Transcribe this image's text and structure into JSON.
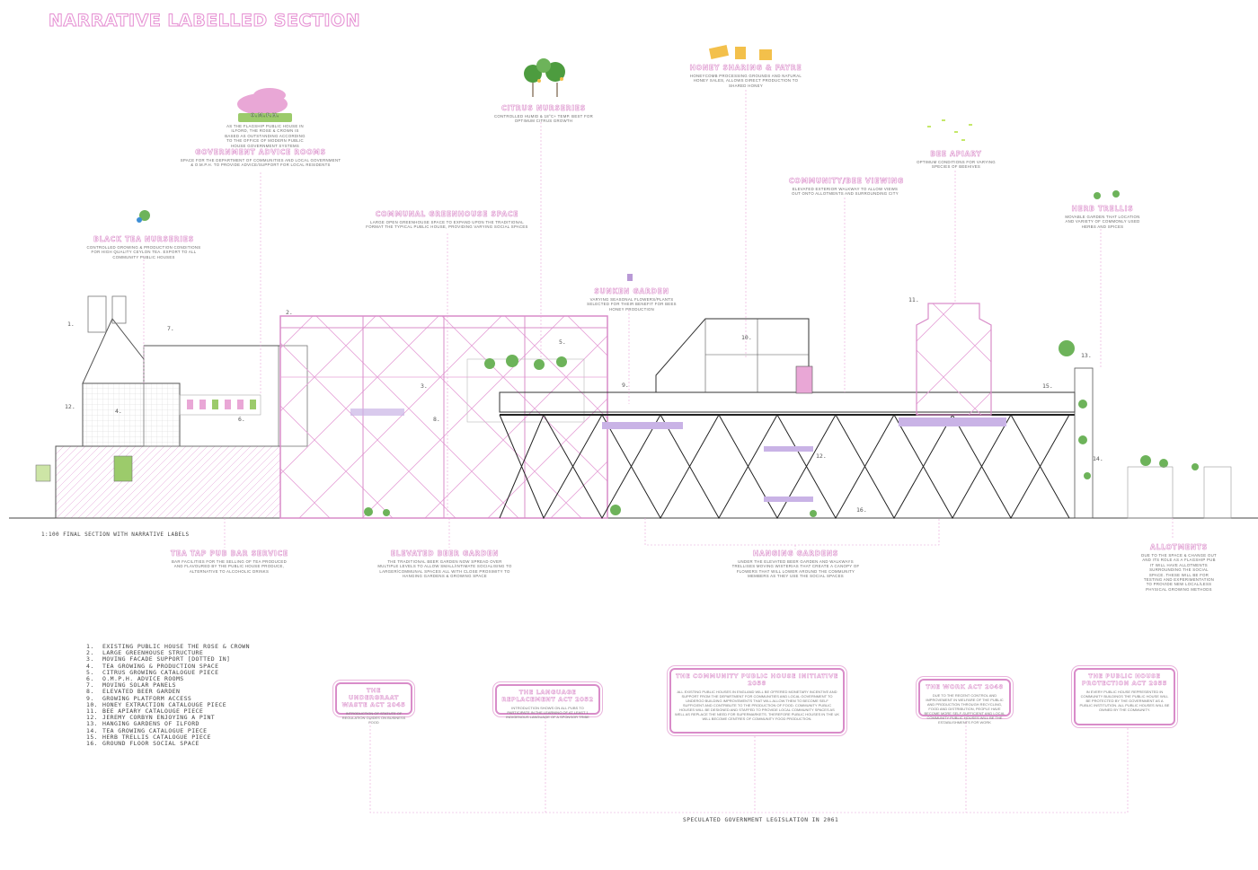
{
  "page": {
    "title": "NARRATIVE LABELLED SECTION",
    "scale_caption": "1:100 FINAL SECTION WITH NARRATIVE LABELS",
    "legislation_caption": "SPECULATED GOVERNMENT LEGISLATION IN 2061"
  },
  "colors": {
    "accent_pink": "#d98cc9",
    "line_pink": "#e6a3d8",
    "structure_black": "#222222",
    "plant_green": "#5fa84a",
    "wisteria_purple": "#b999d6",
    "honey_yellow": "#f3c04b"
  },
  "labels": {
    "black_tea": {
      "title": "BLACK TEA NURSERIES",
      "desc": "CONTROLLED GROWING & PRODUCTION CONDITIONS FOR HIGH QUALITY CEYLON TEA. EXPORT TO ALL COMMUNITY PUBLIC HOUSES"
    },
    "gov_advice": {
      "title": "GOVERNMENT ADVICE ROOMS",
      "desc": "SPACE FOR THE DEPARTMENT OF COMMUNITIES AND LOCAL GOVERNMENT & O.M.P.H. TO PROVIDE ADVICE/SUPPORT FOR LOCAL RESIDENTS"
    },
    "omph": {
      "badge": "O.M.P.H.",
      "desc": "AS THE FLAGSHIP PUBLIC HOUSE IN ILFORD, THE ROSE & CROWN IS BASED AS OUTSTANDING ACCORDING TO THE OFFICE OF MODERN PUBLIC HOUSE GOVERNMENT SYSTEMS"
    },
    "communal_greenhouse": {
      "title": "COMMUNAL GREENHOUSE SPACE",
      "desc": "LARGE OPEN GREENHOUSE SPACE TO EXPAND UPON THE TRADITIONAL FORMAT THE TYPICAL PUBLIC HOUSE, PROVIDING VARYING SOCIAL SPACES"
    },
    "citrus": {
      "title": "CITRUS NURSERIES",
      "desc": "CONTROLLED HUMID & 18°C+ TEMP. BEST FOR OPTIMUM CITRUS GROWTH"
    },
    "honey": {
      "title": "HONEY SHARING & FAYRE",
      "desc": "HONEYCOMB PROCESSING GROUNDS AND NATURAL HONEY SALES, ALLOWS DIRECT PRODUCTION TO SHARED HONEY"
    },
    "sunken_garden": {
      "title": "SUNKEN GARDEN",
      "desc": "VARYING SEASONAL FLOWERS/PLANTS SELECTED FOR THEIR BENEFIT FOR BEES HONEY PRODUCTION"
    },
    "community_viewing": {
      "title": "COMMUNITY/BEE VIEWING",
      "desc": "ELEVATED EXTERIOR WALKWAY TO ALLOW VIEWS OUT ONTO ALLOTMENTS AND SURROUNDING CITY"
    },
    "bee_apiary": {
      "title": "BEE APIARY",
      "desc": "OPTIMUM CONDITIONS FOR VARYING SPECIES OF BEEHIVES"
    },
    "herb_trellis": {
      "title": "HERB TRELLIS",
      "desc": "MOVABLE GARDEN THAT LOCATION AND VARIETY OF COMMONLY USED HERBS AND SPICES"
    },
    "tea_tap": {
      "title": "TEA TAP PUB BAR SERVICE",
      "desc": "BAR FACILITIES FOR THE SELLING OF TEA PRODUCED AND FLAVOURED BY THE PUBLIC HOUSE PRODUCE, ALTERNATIVE TO ALCOHOLIC DRINKS"
    },
    "elevated_beer": {
      "title": "ELEVATED BEER GARDEN",
      "desc": "THE TRADITIONAL BEER GARDEN NOW SPREAD OVER MULTIPLE LEVELS TO ALLOW SMALL/INTIMATE SOCIALISING TO LARGER/COMMUNAL SPACES ALL WITH CLOSE PROXIMITY TO HANGING GARDENS & GROWING SPACE"
    },
    "hanging_gardens": {
      "title": "HANGING GARDENS",
      "desc": "UNDER THE ELEVATED BEER GARDEN AND WALKWAYS TRELLISES MOVING WISTERIAS THAT CREATE A CANOPY OF FLOWERS THAT WILL LOWER AROUND THE COMMUNITY MEMBERS AS THEY USE THE SOCIAL SPACES"
    },
    "allotments": {
      "title": "ALLOTMENTS",
      "desc": "DUE TO THE SPACE & CHANGE OUT AND ITS ROLE AS A FLAGSHIP PUB IT WILL HAVE ALLOTMENTS SURROUNDING THE SOCIAL SPACE. THESE WILL BE FOR TESTING AND EXPERIMENTATION TO PROVIDE NEW LOCAL/LESS PHYSICAL GROWING METHODS"
    }
  },
  "markers": {
    "m1": "1.",
    "m2": "2.",
    "m3": "3.",
    "m4": "4.",
    "m5": "5.",
    "m6": "6.",
    "m7": "7.",
    "m8": "8.",
    "m9": "9.",
    "m10": "10.",
    "m11": "11.",
    "m12": "12.",
    "m12b": "12.",
    "m13": "13.",
    "m14": "14.",
    "m15": "15.",
    "m16": "16."
  },
  "legend": [
    {
      "n": "1.",
      "text": "EXISTING PUBLIC HOUSE THE ROSE & CROWN"
    },
    {
      "n": "2.",
      "text": "LARGE GREENHOUSE STRUCTURE"
    },
    {
      "n": "3.",
      "text": "MOVING FACADE SUPPORT [DOTTED IN]"
    },
    {
      "n": "4.",
      "text": "TEA GROWING & PRODUCTION SPACE"
    },
    {
      "n": "5.",
      "text": "CITRUS GROWING CATALOGUE PIECE"
    },
    {
      "n": "6.",
      "text": "O.M.P.H. ADVICE ROOMS"
    },
    {
      "n": "7.",
      "text": "MOVING SOLAR PANELS"
    },
    {
      "n": "8.",
      "text": "ELEVATED BEER GARDEN"
    },
    {
      "n": "9.",
      "text": "GROWING PLATFORM ACCESS"
    },
    {
      "n": "10.",
      "text": "HONEY EXTRACTION CATALOUGE PIECE"
    },
    {
      "n": "11.",
      "text": "BEE APIARY CATALOUGE PIECE"
    },
    {
      "n": "12.",
      "text": "JEREMY CORBYN ENJOYING A PINT"
    },
    {
      "n": "13.",
      "text": "HANGING GARDENS OF ILFORD"
    },
    {
      "n": "14.",
      "text": "TEA GROWING CATALOGUE PIECE"
    },
    {
      "n": "15.",
      "text": "HERB TRELLIS CATALOGUE PIECE"
    },
    {
      "n": "16.",
      "text": "GROUND FLOOR SOCIAL SPACE"
    }
  ],
  "acts": [
    {
      "title": "THE UNDERGRAAT WASTE ACT 2045",
      "desc": "INTRODUCTION OF STATUTE OF REGULATION GUIDES ON BUSINESS FOOD"
    },
    {
      "title": "THE LANGUAGE REPLACEMENT ACT 2052",
      "desc": "INTRODUCTION SHOWS ON ALL PUBS TO PARTICIPATE IN THE LEARNING OF AT LEAST 1 INDIGENOUS LANGUAGE OF A SPONSOR TRIBE"
    },
    {
      "title": "THE COMMUNITY PUBLIC HOUSE INITIATIVE 2058",
      "desc": "ALL EXISTING PUBLIC HOUSES IN ENGLAND WILL BE OFFERED MONETARY INCENTIVE AND SUPPORT FROM THE DEPARTMENT FOR COMMUNITIES AND LOCAL GOVERNMENT TO UNDERGO BUILDING IMPROVEMENTS THAT WILL ALLOW THEM TO BECOME SELF SUFFICIENT AND CONTRIBUTE TO THE PRODUCTION OF FOOD. COMMUNITY PUBLIC HOUSES WILL BE DESIGNED AND STAFFED TO PROVIDE LOCAL COMMUNITY SPACES AS WELL AS REPLACE THE NEED FOR SUPERMARKETS. THEREFORE PUBLIC HOUSES IN THE UK WILL BECOME CENTRES OF COMMUNITY FOOD PRODUCTION."
    },
    {
      "title": "THE WORK ACT 2048",
      "desc": "DUE TO THE RECENT CONTROL AND IMPROVEMENT IN WELFARE OF THE PUBLIC AND PRODUCTION THROUGH RECYCLING, FOOD AND DISTRIBUTION, PEOPLE HAVE BECOME MORE SELF-SUFFICIENT AND LOCAL COMMUNITY PUBLIC HOUSES WILL BE THE ESTABLISHMENTS FOR WORK"
    },
    {
      "title": "THE PUBLIC HOUSE PROTECTION ACT 2055",
      "desc": "IN EVERY PUBLIC HOUSE REPRESENTED IN COMMUNITY BUILDINGS THE PUBLIC HOUSE WILL BE PROTECTED BY THE GOVERNMENT AS A PUBLIC INSTITUTION. ALL PUBLIC HOUSES WILL BE OWNED BY THE COMMUNITY."
    }
  ]
}
